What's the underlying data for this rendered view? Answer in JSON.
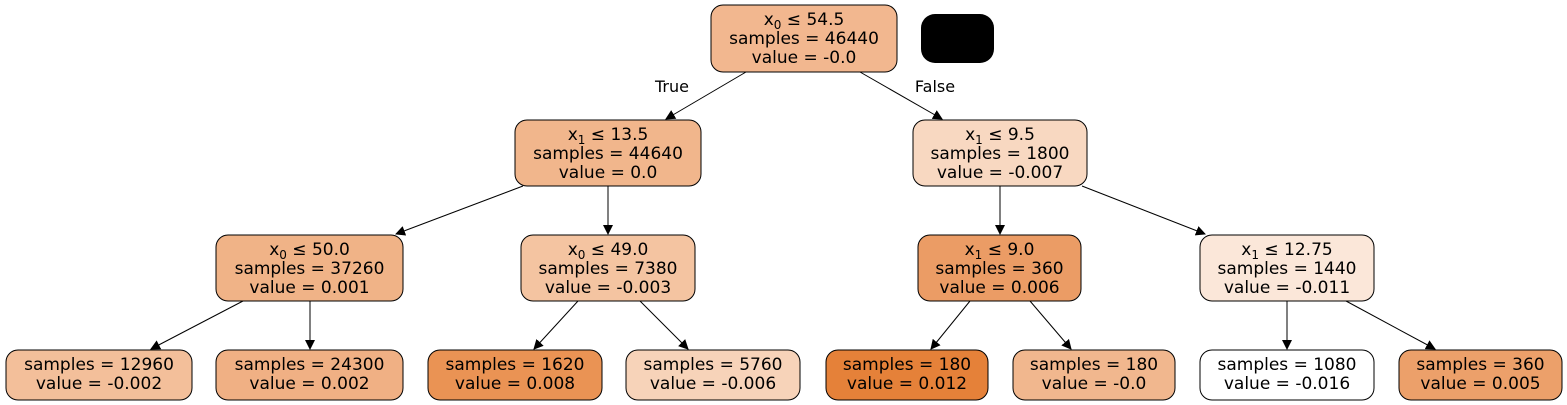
{
  "tree": {
    "root_branch_labels": {
      "left": "True",
      "right": "False"
    },
    "nodes": [
      {
        "id": "n0",
        "feature": "x",
        "index": "0",
        "op": "≤",
        "threshold": "54.5",
        "samples": "samples = 46440",
        "value": "value = -0.0",
        "fill": "#f2b78f"
      },
      {
        "id": "n1",
        "feature": "x",
        "index": "1",
        "op": "≤",
        "threshold": "13.5",
        "samples": "samples = 44640",
        "value": "value = 0.0",
        "fill": "#f1b68c"
      },
      {
        "id": "n2",
        "feature": "x",
        "index": "1",
        "op": "≤",
        "threshold": "9.5",
        "samples": "samples = 1800",
        "value": "value = -0.007",
        "fill": "#f8d8c1"
      },
      {
        "id": "n3",
        "feature": "x",
        "index": "0",
        "op": "≤",
        "threshold": "50.0",
        "samples": "samples = 37260",
        "value": "value = 0.001",
        "fill": "#f0b387"
      },
      {
        "id": "n4",
        "feature": "x",
        "index": "0",
        "op": "≤",
        "threshold": "49.0",
        "samples": "samples = 7380",
        "value": "value = -0.003",
        "fill": "#f4c4a1"
      },
      {
        "id": "n5",
        "feature": "x",
        "index": "1",
        "op": "≤",
        "threshold": "9.0",
        "samples": "samples = 360",
        "value": "value = 0.006",
        "fill": "#eb9c65"
      },
      {
        "id": "n6",
        "feature": "x",
        "index": "1",
        "op": "≤",
        "threshold": "12.75",
        "samples": "samples = 1440",
        "value": "value = -0.011",
        "fill": "#fbe7d9"
      },
      {
        "id": "n7",
        "samples": "samples = 12960",
        "value": "value = -0.002",
        "fill": "#f3bf9a"
      },
      {
        "id": "n8",
        "samples": "samples = 24300",
        "value": "value = 0.002",
        "fill": "#f0b084"
      },
      {
        "id": "n9",
        "samples": "samples = 1620",
        "value": "value = 0.008",
        "fill": "#ea9354"
      },
      {
        "id": "n10",
        "samples": "samples = 5760",
        "value": "value = -0.006",
        "fill": "#f7d3b9"
      },
      {
        "id": "n11",
        "samples": "samples = 180",
        "value": "value = 0.012",
        "fill": "#e58139"
      },
      {
        "id": "n12",
        "samples": "samples = 180",
        "value": "value = -0.0",
        "fill": "#f1b78e"
      },
      {
        "id": "n13",
        "samples": "samples = 1080",
        "value": "value = -0.016",
        "fill": "#ffffff"
      },
      {
        "id": "n14",
        "samples": "samples = 360",
        "value": "value = 0.005",
        "fill": "#eca06a"
      }
    ],
    "edges": [
      [
        "n0",
        "n1"
      ],
      [
        "n0",
        "n2"
      ],
      [
        "n1",
        "n3"
      ],
      [
        "n1",
        "n4"
      ],
      [
        "n2",
        "n5"
      ],
      [
        "n2",
        "n6"
      ],
      [
        "n3",
        "n7"
      ],
      [
        "n3",
        "n8"
      ],
      [
        "n4",
        "n9"
      ],
      [
        "n4",
        "n10"
      ],
      [
        "n5",
        "n11"
      ],
      [
        "n5",
        "n12"
      ],
      [
        "n6",
        "n13"
      ],
      [
        "n6",
        "n14"
      ]
    ],
    "redaction_color": "#000000"
  }
}
